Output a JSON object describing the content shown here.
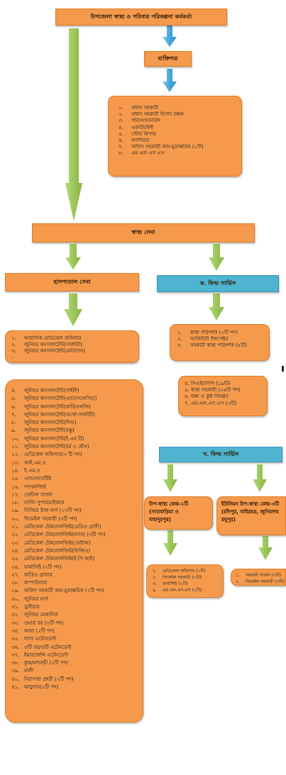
{
  "title": "উপজেলা স্বাস্থ্য ও পরিবার পরিকল্পনা কর্মকর্তা",
  "admin": {
    "label": "ব্যক্তিগত",
    "items": [
      {
        "n": "১.",
        "t": "প্রধান সহকারী"
      },
      {
        "n": "২.",
        "t": "প্রধান সহকারী হিসাব রক্ষক"
      },
      {
        "n": "৩.",
        "t": "পরিসংখ্যানবিদ"
      },
      {
        "n": "৪.",
        "t": "একাউন্টেন্ট"
      },
      {
        "n": "৫.",
        "t": "স্টোর কিপার"
      },
      {
        "n": "৬.",
        "t": "ক্যাশিয়ার"
      },
      {
        "n": "৭.",
        "t": "অফিস সহকারী কাম-মুদ্রাক্ষরিক (১টি)"
      },
      {
        "n": "৮.",
        "t": "এম এল এস এস"
      }
    ]
  },
  "health_service": {
    "label": "স্বাস্থ্য সেবা"
  },
  "hospital": {
    "label": "হাসপাতাল সেবা",
    "top_items": [
      {
        "n": "১.",
        "t": "আবাসিক মেডিকেল অফিসার"
      },
      {
        "n": "২.",
        "t": "জুনিয়র কনসালটেন্ট(সার্জারী)"
      },
      {
        "n": "৩.",
        "t": "জুনিয়র কনসালটেন্ট(মেডিসিন)"
      },
      {
        "n": "-",
        "t": ""
      }
    ],
    "items": [
      {
        "n": "৪.",
        "t": "জুনিয়র কনসালটেন্ট(গাইনী)"
      },
      {
        "n": "৫.",
        "t": "জুনিয়র কনসালটেন্ট(এ্যানেসথেসিয়া)"
      },
      {
        "n": "৬.",
        "t": "জুনিয়র কনসালটেন্ট(কার্ডিওলজি)"
      },
      {
        "n": "৭.",
        "t": "জুনিয়র কনসালটেন্ট(অর্থো-সার্জারী)"
      },
      {
        "n": "৮.",
        "t": "জুনিয়র কনসালটেন্ট(শিশু)"
      },
      {
        "n": "৯.",
        "t": "জুনিয়র কনসালটেন্ট(চক্ষু)"
      },
      {
        "n": "১০.",
        "t": "জুনিয়র কনসালটেন্ট(ই.এন.টি)"
      },
      {
        "n": "১১.",
        "t": "জুনিয়র কনসালটেন্ট(চর্ম ও যৌন)"
      },
      {
        "n": "১২.",
        "t": "মেডিকেল অফিসার(৩ টি পদ)"
      },
      {
        "n": "১৩.",
        "t": "আই.এম.ও"
      },
      {
        "n": "১৪.",
        "t": "ই.এম.ও"
      },
      {
        "n": "১৫.",
        "t": "এ্যানেসথেটিষ্ট"
      },
      {
        "n": "১৬.",
        "t": "প্যাথলজিষ্ট"
      },
      {
        "n": "১৭.",
        "t": "ডেন্টাল সার্জন"
      },
      {
        "n": "১৮.",
        "t": "নার্সিং সুপারভাইজার"
      },
      {
        "n": "১৯.",
        "t": "সিনিয়র ষ্টাফ নার্স (১৩টি পদ)"
      },
      {
        "n": "২০.",
        "t": "ফিমেইল সহকারী (৩টি পদ)"
      },
      {
        "n": "২১.",
        "t": "মেডিকেল টেকনোলজিষ্ট(রেডিও গ্রাফী)"
      },
      {
        "n": "২২.",
        "t": "মেডিকেল টেকনোলজিষ্ট(ল্যাব) (৩টি পদ)"
      },
      {
        "n": "২৩.",
        "t": "মেডিকেল টেকনোলজিষ্ট(ডেন্টাল)"
      },
      {
        "n": "২৪.",
        "t": "মেডিকেল টেকনোলজিষ্ট(ফিজিও)"
      },
      {
        "n": "২৫.",
        "t": "মেডিকেল টেকনোলজিষ্ট(ই.পি.আই)"
      },
      {
        "n": "২৬.",
        "t": "ফার্মাসিষ্ট (২টি পদ)"
      },
      {
        "n": "২৭.",
        "t": "কার্ডিও গ্রাফার"
      },
      {
        "n": "২৮.",
        "t": "কম্পাউন্ডার"
      },
      {
        "n": "২৯.",
        "t": "অফিস সহকারী কাম-মুদ্রাক্ষরিক (২টি পদ)"
      },
      {
        "n": "৩০.",
        "t": "জুনিয়র নার্স"
      },
      {
        "n": "৩১.",
        "t": "ড্রাইভার"
      },
      {
        "n": "৩২.",
        "t": "জুনিয়র মেকানিক"
      },
      {
        "n": "৩৩.",
        "t": "ওয়ার্ড বয় (৩টি পদ)"
      },
      {
        "n": "৩৪.",
        "t": "আয়া (২টি পদ)"
      },
      {
        "n": "৩৫.",
        "t": "ল্যাব এটেনডেন্ট"
      },
      {
        "n": "৩৬.",
        "t": "ওটি বয়/ওটি এটেনডেন্ট"
      },
      {
        "n": "৩৭.",
        "t": "ইমারজেন্সি এটেনডেন্ট"
      },
      {
        "n": "৩৮.",
        "t": "কুক/মশালচী (২টি পদ)"
      },
      {
        "n": "৩৯.",
        "t": "মালী"
      },
      {
        "n": "৪০.",
        "t": "নিরাপত্তা প্রহরী (২টি পদ)"
      },
      {
        "n": "৪১.",
        "t": "ঝাড়ুদার(৫টি পদ)"
      }
    ]
  },
  "field_a": {
    "label": "ক. ফিল্ড সার্ভিস",
    "items": [
      {
        "n": "১.",
        "t": "স্বাস্থ্য পরিদর্শক (২টি পদ)"
      },
      {
        "n": "২.",
        "t": "স্যানিটারী ইন্সপেক্টর"
      },
      {
        "n": "৩.",
        "t": "সহকারী স্বাস্থ্য পরিদর্শক (৫টি)"
      }
    ],
    "more_items": [
      {
        "n": "",
        "t": "৪. সিএইচসিপি (১৯টি)"
      },
      {
        "n": "",
        "t": "৫. স্বাস্থ্য সহকারী (২৬টি পদ)"
      },
      {
        "n": "",
        "t": "৬. যক্ষা ও কুষ্ঠ নিয়ন্ত্রণ"
      },
      {
        "n": "",
        "t": "৭. এম.এল.এস.এস (৩টি)"
      }
    ]
  },
  "field_b": {
    "label": "খ. ফিল্ড সার্ভিস",
    "sub_center": {
      "label_line1": "উপ-স্বাস্থ্য কেন্দ্র-২টি",
      "label_line2": "(সাতবাড়িয়া ও",
      "label_line3": "বাহাদুরপুর)",
      "items": [
        {
          "n": "১.",
          "t": "মেডিকেল অফিসার (১টি)"
        },
        {
          "n": "২.",
          "t": "ফিমেইল সহকারী (১টি)"
        },
        {
          "n": "৩.",
          "t": "ফার্মাসিষ্ট (১টি)"
        },
        {
          "n": "৪.",
          "t": "এম.এল.এস.এস (২টি)"
        }
      ]
    },
    "union_center": {
      "label_line1": "ইউনিয়ন উপ-স্বাস্থ্য কেন্দ্র-৩টি",
      "label_line2": "(চাঁদপুর, বাহিরচর, জুনিয়াদহ",
      "label_line3": "রঘুপুর)",
      "items": [
        {
          "n": "১.",
          "t": "সহকারী সার্জন (৩টি)"
        },
        {
          "n": "২.",
          "t": "ফিমেইল সহকারী (৩টি)"
        }
      ]
    }
  },
  "colors": {
    "box_fill": "#f59a4c",
    "box_border": "#e07a22",
    "header_blue": "#4fb4cf",
    "arrow_green": "#9cc75a",
    "arrow_blue": "#4aa7d8"
  }
}
